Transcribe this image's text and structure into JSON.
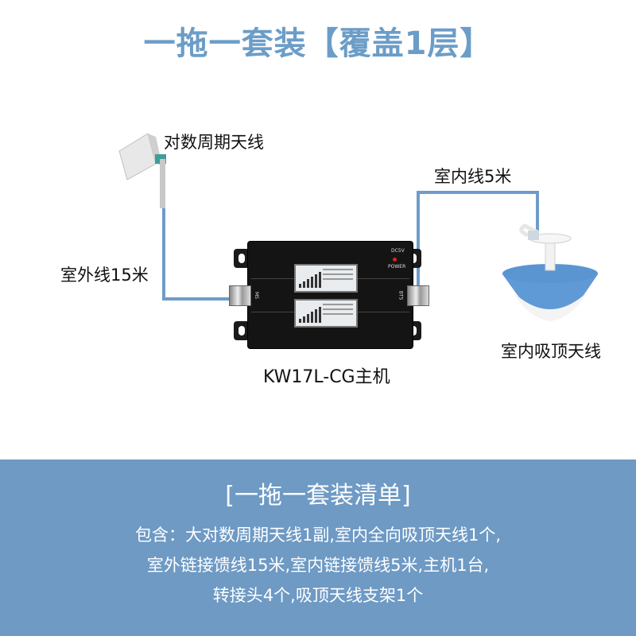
{
  "title": "一拖一套装【覆盖1层】",
  "labels": {
    "yagi_antenna": "对数周期天线",
    "indoor_cable": "室内线5米",
    "outdoor_cable": "室外线15米",
    "ceiling_antenna": "室内吸顶天线",
    "host": "KW17L-CG主机"
  },
  "device": {
    "port_left": "MS",
    "port_right": "BTS",
    "power_text": "DC5V",
    "power_label": "POWER"
  },
  "colors": {
    "accent": "#6b9dc7",
    "cable": "#6f9cc9",
    "panel": "#6e9ac4"
  },
  "package": {
    "heading": "[一拖一套装清单]",
    "lines": [
      "包含：大对数周期天线1副,室内全向吸顶天线1个,",
      "室外链接馈线15米,室内链接馈线5米,主机1台,",
      "转接头4个,吸顶天线支架1个"
    ]
  }
}
